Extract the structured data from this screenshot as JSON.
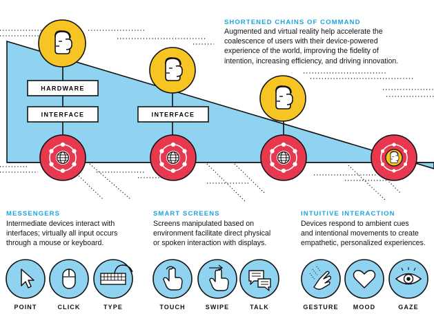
{
  "top": {
    "heading": "SHORTENED CHAINS OF COMMAND",
    "lines": [
      "Augmented and virtual reality help accelerate the",
      "coalescence of users with their device-powered",
      "experience of the world, improving the fidelity of",
      "intention, increasing efficiency, and driving innovation."
    ]
  },
  "boxes": {
    "hardware": "HARDWARE",
    "interface_1": "INTERFACE",
    "interface_2": "INTERFACE"
  },
  "sections": [
    {
      "heading": "MESSENGERS",
      "lines": [
        "Intermediate devices interact with",
        "interfaces; virtually all input occurs",
        "through a mouse or keyboard."
      ],
      "icons": [
        {
          "label": "POINT",
          "icon": "cursor-icon"
        },
        {
          "label": "CLICK",
          "icon": "mouse-icon"
        },
        {
          "label": "TYPE",
          "icon": "keyboard-icon"
        }
      ]
    },
    {
      "heading": "SMART SCREENS",
      "lines": [
        "Screens manipulated based on",
        "environment facilitate direct physical",
        "or spoken interaction with displays."
      ],
      "icons": [
        {
          "label": "TOUCH",
          "icon": "touch-hand-icon"
        },
        {
          "label": "SWIPE",
          "icon": "swipe-hand-icon"
        },
        {
          "label": "TALK",
          "icon": "speech-bubble-icon"
        }
      ]
    },
    {
      "heading": "INTUITIVE INTERACTION",
      "lines": [
        "Devices respond to ambient cues",
        "and intentional movements to create",
        "empathetic, personalized experiences."
      ],
      "icons": [
        {
          "label": "GESTURE",
          "icon": "gesture-hand-icon"
        },
        {
          "label": "MOOD",
          "icon": "heart-icon"
        },
        {
          "label": "GAZE",
          "icon": "eye-icon"
        }
      ]
    }
  ],
  "colors": {
    "wedge": "#8fd3f0",
    "user_circle": "#f6c523",
    "network_circle": "#e8384f",
    "icon_circle": "#8fd3f0",
    "heading": "#1aa6dd",
    "line": "#111111"
  }
}
